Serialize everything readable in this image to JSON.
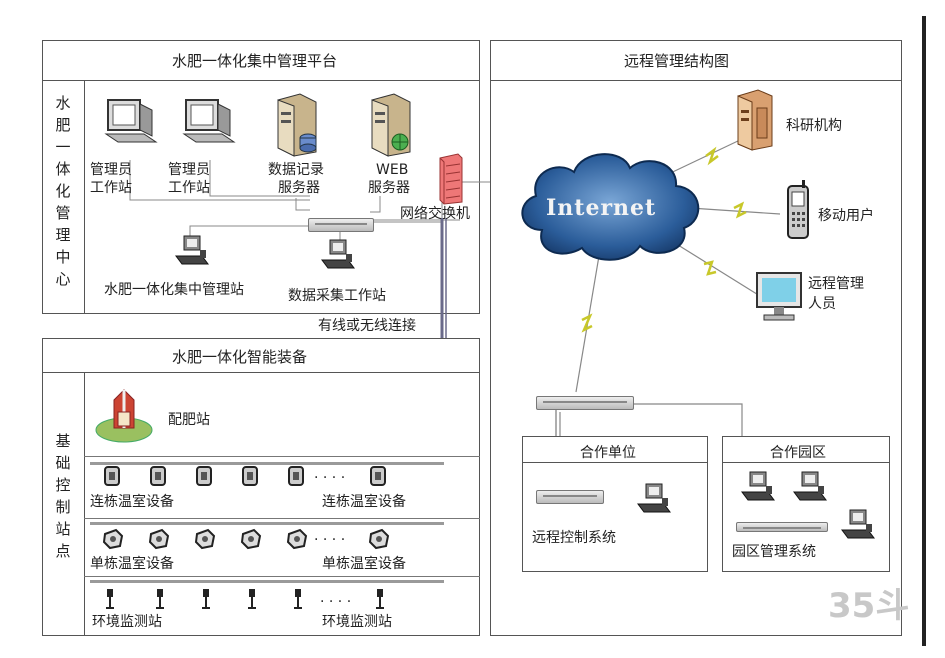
{
  "platform": {
    "title": "水肥一体化集中管理平台",
    "center_chars": [
      "水",
      "肥",
      "一",
      "体",
      "化",
      "管",
      "理",
      "中",
      "心"
    ],
    "admin1": [
      "管理员",
      "工作站"
    ],
    "admin2": [
      "管理员",
      "工作站"
    ],
    "db": [
      "数据记录",
      "服务器"
    ],
    "web": [
      "WEB",
      "服务器"
    ],
    "switch": "网络交换机",
    "central_station": "水肥一体化集中管理站",
    "collect_station": "数据采集工作站",
    "link": "有线或无线连接"
  },
  "equipment": {
    "title": "水肥一体化智能装备",
    "base_chars": [
      "基",
      "础",
      "控",
      "制",
      "站",
      "点"
    ],
    "fertilizer": "配肥站",
    "multi_left": "连栋温室设备",
    "multi_right": "连栋温室设备",
    "single_left": "单栋温室设备",
    "single_right": "单栋温室设备",
    "env_left": "环境监测站",
    "env_right": "环境监测站",
    "dots": "· · · ·"
  },
  "remote": {
    "title": "远程管理结构图",
    "internet": "Internet",
    "research": "科研机构",
    "mobile": "移动用户",
    "remote_mgr": [
      "远程管理",
      "人员"
    ],
    "partner_unit": "合作单位",
    "partner_park": "合作园区",
    "remote_ctrl": "远程控制系统",
    "park_mgmt": "园区管理系统"
  },
  "watermark": "35斗"
}
